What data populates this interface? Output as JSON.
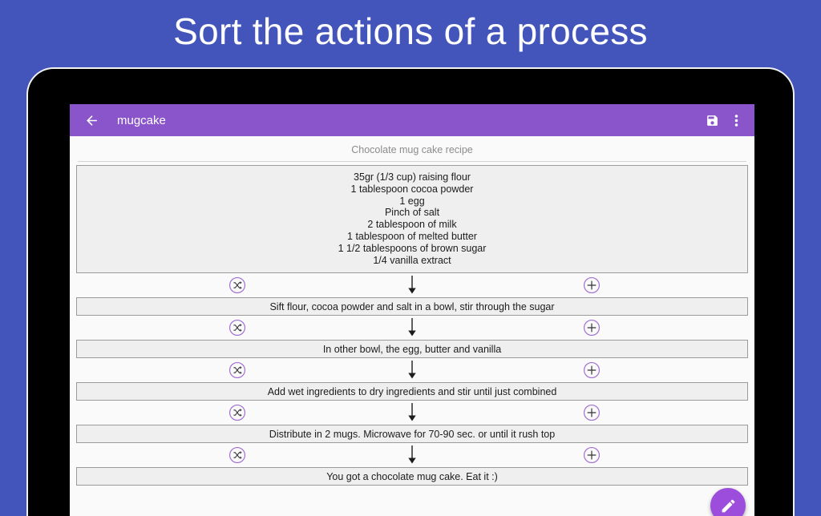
{
  "promo": {
    "headline": "Sort the actions of a process"
  },
  "app": {
    "toolbar": {
      "back_icon": "back-arrow-icon",
      "title": "mugcake",
      "save_icon": "save-icon",
      "overflow_icon": "overflow-menu-icon"
    },
    "recipe": {
      "title": "Chocolate mug cake recipe",
      "ingredients": [
        "35gr (1/3 cup) raising flour",
        "1 tablespoon cocoa powder",
        "1 egg",
        "Pinch of salt",
        "2 tablespoon of milk",
        "1 tablespoon of melted butter",
        "1 1/2 tablespoons of brown sugar",
        "1/4 vanilla extract"
      ],
      "steps": [
        "Sift flour, cocoa powder and salt in a bowl, stir through the sugar",
        "In other bowl, the egg, butter and vanilla",
        "Add wet ingredients to dry ingredients and stir until just combined",
        "Distribute in 2 mugs. Microwave for 70-90 sec. or until it rush top",
        "You got a chocolate mug cake. Eat it :)"
      ]
    },
    "connector": {
      "shuffle_icon": "shuffle-icon",
      "arrow_icon": "down-arrow-icon",
      "add_icon": "add-circle-icon"
    },
    "fab": {
      "icon": "edit-pencil-icon"
    }
  },
  "colors": {
    "background_blue": "#4355bb",
    "toolbar_purple": "#8a55ca",
    "fab_purple": "#9c4ddb",
    "accent_outline": "#a06fd0",
    "row_fill": "#efefef",
    "row_border": "#9b9b9b"
  }
}
